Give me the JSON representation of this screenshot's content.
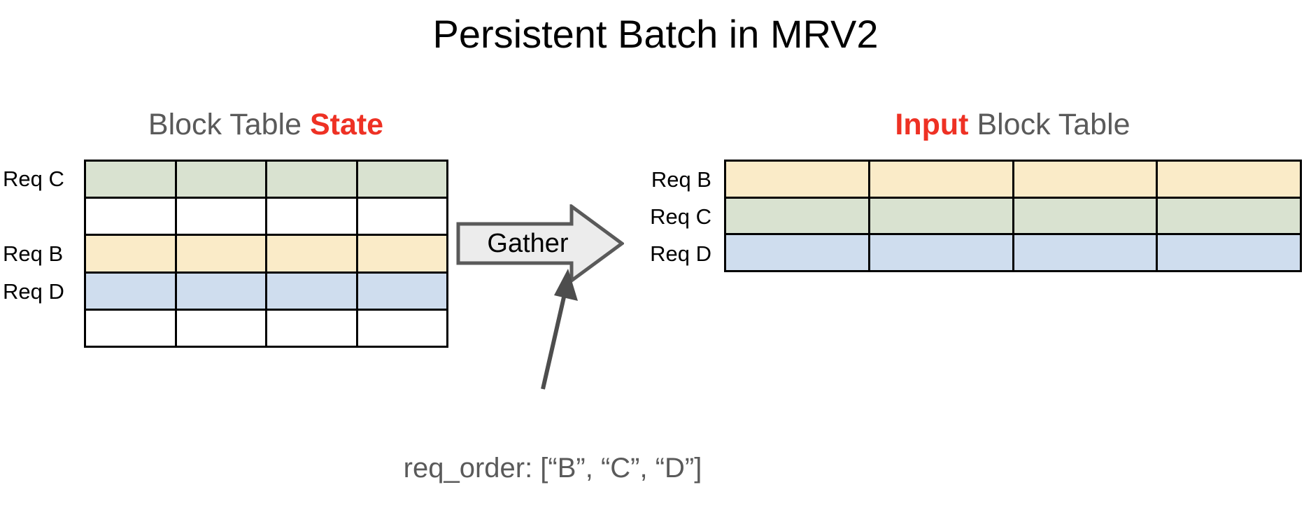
{
  "slide": {
    "title": "Persistent Batch in MRV2",
    "accent_color": "#ee3124",
    "muted_color": "#5a5a5a"
  },
  "left_panel": {
    "heading_prefix": "Block Table ",
    "heading_accent": "State",
    "labels": [
      {
        "text": "Req C",
        "row": 1
      },
      {
        "text": "Req B",
        "row": 3
      },
      {
        "text": "Req D",
        "row": 4
      }
    ],
    "table": {
      "columns": 4,
      "rows": 5,
      "row_colors": [
        "#d9e2d0",
        "#ffffff",
        "#faebc8",
        "#cfddee",
        "#ffffff"
      ]
    }
  },
  "arrow": {
    "label": "Gather",
    "fill": "#ececec",
    "stroke": "#5a5a5a"
  },
  "right_panel": {
    "heading_accent": "Input",
    "heading_suffix": " Block Table",
    "labels": [
      {
        "text": "Req B",
        "row": 1
      },
      {
        "text": "Req C",
        "row": 2
      },
      {
        "text": "Req D",
        "row": 3
      }
    ],
    "table": {
      "columns": 4,
      "rows": 3,
      "row_colors": [
        "#faebc8",
        "#d9e2d0",
        "#cfddee"
      ]
    }
  },
  "caption": {
    "text": "req_order: [“B”, “C”, “D”]",
    "connector_color": "#4d4d4d"
  }
}
